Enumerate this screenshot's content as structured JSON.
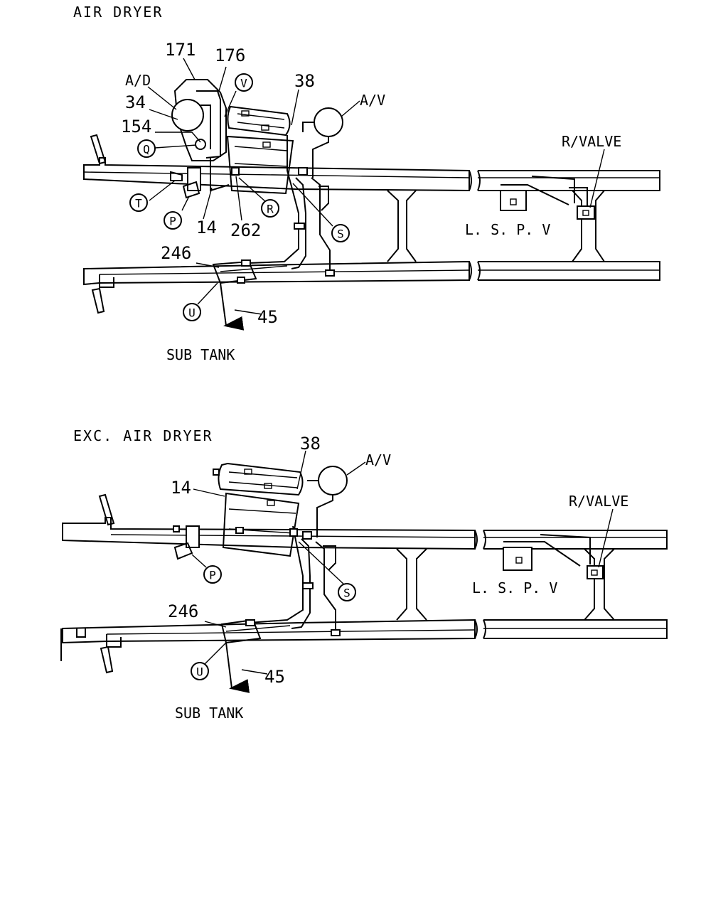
{
  "panel_top": {
    "title": "AIR DRYER",
    "labels": {
      "n171": "171",
      "n176": "176",
      "ad": "A/D",
      "n34": "34",
      "n154": "154",
      "n38": "38",
      "av": "A/V",
      "rvalve": "R/VALVE",
      "n14": "14",
      "n262": "262",
      "n246": "246",
      "n45": "45",
      "lspv": "L. S. P. V",
      "subtank": "SUB TANK"
    },
    "callouts": {
      "v": "V",
      "q": "Q",
      "t": "T",
      "p": "P",
      "r": "R",
      "s": "S",
      "u": "U"
    }
  },
  "panel_bottom": {
    "title": "EXC. AIR DRYER",
    "labels": {
      "n38": "38",
      "av": "A/V",
      "n14": "14",
      "rvalve": "R/VALVE",
      "lspv": "L. S. P. V",
      "n246": "246",
      "n45": "45",
      "subtank": "SUB TANK"
    },
    "callouts": {
      "p": "P",
      "s": "S",
      "u": "U"
    }
  }
}
